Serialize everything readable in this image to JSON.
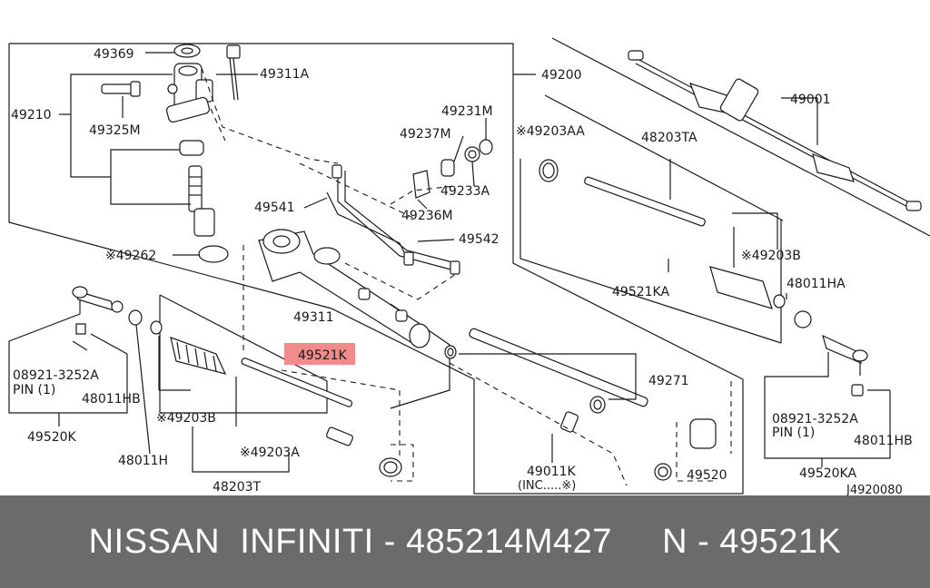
{
  "labels": {
    "p49369": "49369",
    "p49311a": "49311A",
    "p49200": "49200",
    "p49210": "49210",
    "p49325m": "49325M",
    "p49231m": "49231M",
    "p49237m": "49237M",
    "p49233a": "49233A",
    "p49236m": "49236M",
    "p49541": "49541",
    "p49542": "49542",
    "p49262": "※49262",
    "p49311": "49311",
    "p49001": "49001",
    "p49203aa": "※49203AA",
    "p48203ta": "48203TA",
    "p49203b_r": "※49203B",
    "p48011ha": "48011HA",
    "p49521ka": "49521KA",
    "p49521k": "49521K",
    "p49271": "49271",
    "p08921_l": "08921-3252A",
    "p_pin_l": "PIN (1)",
    "p48011hb_l": "48011HB",
    "p49520k": "49520K",
    "p49203b_l": "※49203B",
    "p48011h": "48011H",
    "p49203a": "※49203A",
    "p48203t": "48203T",
    "p49011k": "49011K",
    "p_inc": "(INC.....※)",
    "p49520": "49520",
    "p08921_r": "08921-3252A",
    "p_pin_r": "PIN (1)",
    "p48011hb_r": "48011HB",
    "p49520ka": "49520KA",
    "p_figure": "J4920080"
  },
  "highlight_color": "#f28b8b",
  "footer": {
    "text": "NISSAN  INFINITI - 485214M427     N - 49521K"
  }
}
